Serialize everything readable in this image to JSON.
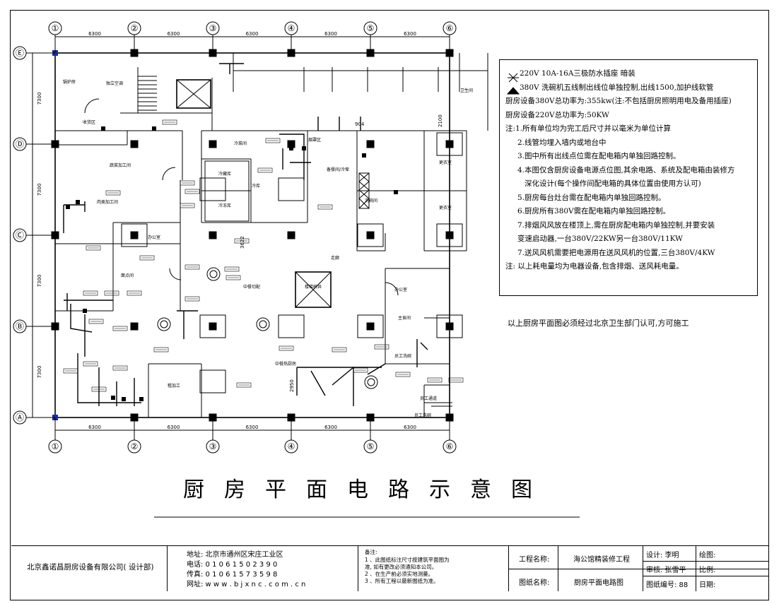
{
  "title": "厨房平面电路示意图",
  "axes": {
    "columns": [
      "①",
      "②",
      "③",
      "④",
      "⑤",
      "⑥"
    ],
    "rows": [
      "Ⓔ",
      "Ⓓ",
      "Ⓒ",
      "Ⓑ",
      "Ⓐ"
    ],
    "span_labels": [
      "6300",
      "6300",
      "6300",
      "6300",
      "6300"
    ],
    "row_spans": [
      "7300",
      "7300",
      "7300",
      "7300"
    ]
  },
  "rooms": {
    "boiler": "锅炉房",
    "standalone_ac": "独立空调",
    "receiving": "收货区",
    "veg_process": "蔬菜加工间",
    "meat_process": "肉类加工间",
    "cold_room": "冷库",
    "cold_meat": "冷藏库",
    "frozen": "冷冻库",
    "cold_dish": "冷菜间",
    "prep_cold": "备餐间/冷荤",
    "dish_wash": "洗碗间",
    "locker": "更衣室",
    "office": "办公室",
    "staff_hot": "面点间",
    "central_kitchen": "中餐切配",
    "chinese_hot": "中餐热厨房",
    "staple": "主食间",
    "elevator": "楼梯桥井",
    "corridor": "走廊",
    "dishwash_room": "员工洗碗",
    "staff": "员工通道",
    "rough": "粗加工",
    "smoke_room": "烟罩区",
    "toilet": "卫生间"
  },
  "dims": {
    "d1": "904",
    "d2": "3622",
    "d3": "2950",
    "d4": "2100"
  },
  "legend": {
    "item1_sym": "220V 10A-16A三极防水插座 暗装",
    "item2_sym": "380V 洗碗机五线制出线位单独控制,出线1500,加护线软管",
    "power380": "厨房设备380V总功率为:355kw(注:不包括厨房照明用电及备用插座)",
    "power220": "厨房设备220V总功率为:50KW",
    "notes": [
      "注:1.所有单位均为完工后尺寸并以毫米为单位计算",
      "2.线管均埋入墙内或地台中",
      "3.图中所有出线点位需在配电箱内单独回路控制。",
      "4.本图仅含厨房设备电源点位图,其余电路、系统及配电箱由装修方",
      "深化设计(每个操作间配电箱的具体位置由使用方认可)",
      "5.厨房每台灶台需在配电箱内单独回路控制。",
      "6.厨房所有380V需在配电箱内单独回路控制。",
      "7.排烟风风放在楼顶上,需在厨房配电箱内单独控制,并要安装",
      "变速启动器,一台380V/22KW另一台380V/11KW",
      "7.送风风机需要把电源用在送风风机的位置,三台380V/4KW",
      "注: 以上耗电量均为电器设备,包含排烟、送风耗电量。"
    ]
  },
  "approval_note": "以上厨房平面图必须经过北京卫生部门认可,方可施工",
  "title_block": {
    "company": "北京鑫诺昌厨房设备有限公司( 设计部)",
    "address": "地址: 北京市通州区宋庄工业区",
    "phone": "电话: 0 1 0 6 1 5 0 2 3 9 0",
    "fax": "传真: 0 1 0 6 1 5 7 3 5 9 8",
    "web": "网址: w w w . b j x n c . c o m . c n",
    "remark_title": "备注:",
    "remarks": [
      "1 、此图纸标注尺寸按建筑平面图为",
      "准, 如有更改必须通知本公司。",
      "2 、在生产前必须实地测量。",
      "3 、所有工程以最新图纸为准。"
    ],
    "project_label": "工程名称:",
    "project_value": "海公馆精装修工程",
    "drawing_label": "图纸名称:",
    "drawing_value": "厨房平面电路图",
    "design": "设计: 李明",
    "drawn": "绘图:",
    "review": "审核: 张雪平",
    "scale": "比例:",
    "number": "图纸编号: 88",
    "date": "日期:"
  }
}
